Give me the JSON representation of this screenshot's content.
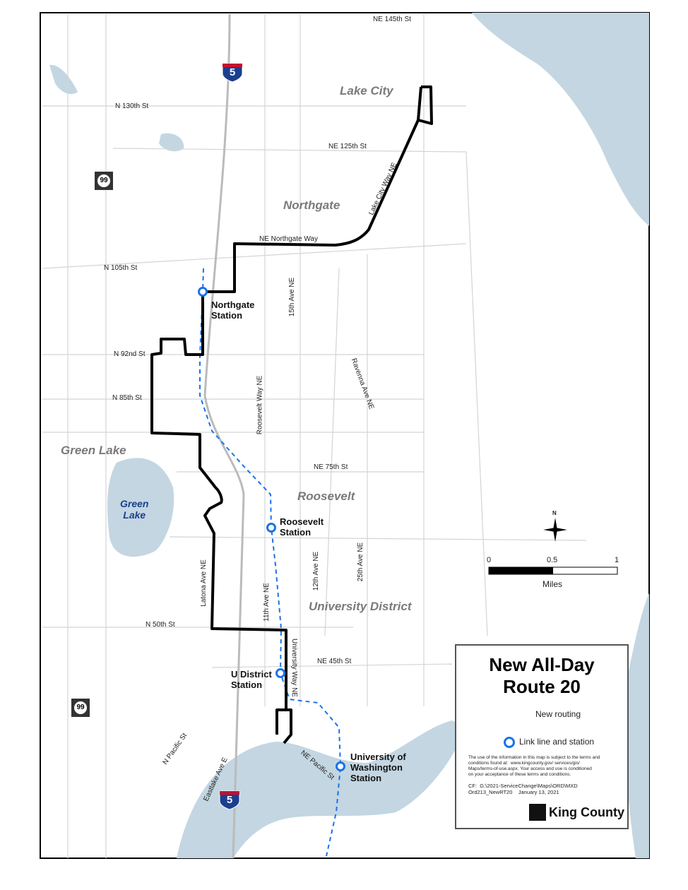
{
  "streets": {
    "ne145": "NE 145th St",
    "n130": "N 130th St",
    "ne125": "NE 125th St",
    "lakecityway": "Lake City Way NE",
    "northgateway": "NE Northgate Way",
    "n105": "N 105th St",
    "ave15": "15th Ave NE",
    "n92": "N 92nd St",
    "n85": "N 85th St",
    "roosevelt": "Roosevelt Way NE",
    "ravenna": "Ravenna Ave NE",
    "ne75": "NE 75th St",
    "ave12": "12th Ave NE",
    "ave25": "25th Ave NE",
    "latona": "Latona Ave NE",
    "ave11": "11th Ave NE",
    "n50": "N 50th St",
    "univway": "University Way NE",
    "ne45": "NE 45th St",
    "npacific": "N Pacific St",
    "eastlake": "Eastlake Ave E",
    "nepacific": "NE Pacific St"
  },
  "areas": {
    "lakecity": "Lake City",
    "northgate": "Northgate",
    "greenlake": "Green Lake",
    "roosevelt": "Roosevelt",
    "udistrict": "University District",
    "greenlake_water": "Green\nLake"
  },
  "shields": {
    "i5": "5",
    "sr99": "99"
  },
  "stations": {
    "northgate": "Northgate\nStation",
    "roosevelt": "Roosevelt\nStation",
    "udistrict": "U District\nStation",
    "uw": "University of\nWashington\nStation"
  },
  "scale": {
    "t0": "0",
    "t1": "0.5",
    "t2": "1",
    "unit": "Miles",
    "north": "N"
  },
  "legend": {
    "title": "New All-Day\nRoute 20",
    "new_routing": "New routing",
    "link": "Link line and station",
    "disclaimer": "The use of the information in this map is subject to the terms and\nconditions found at:  www.kingcounty.gov/ services/gis/\nMaps/terms-of-use.aspx. Your access and use is conditioned\non your acceptance of these terms and conditions.",
    "cf": "CF:  G:\\2021-ServiceChange\\Maps\\ORD\\MXD\nOrd213_NewRT20    January 13, 2021",
    "logo": "King County"
  },
  "colors": {
    "route": "#000000",
    "link": "#1a73e8",
    "water": "#c3d6e2",
    "road": "#d4d4d4"
  }
}
